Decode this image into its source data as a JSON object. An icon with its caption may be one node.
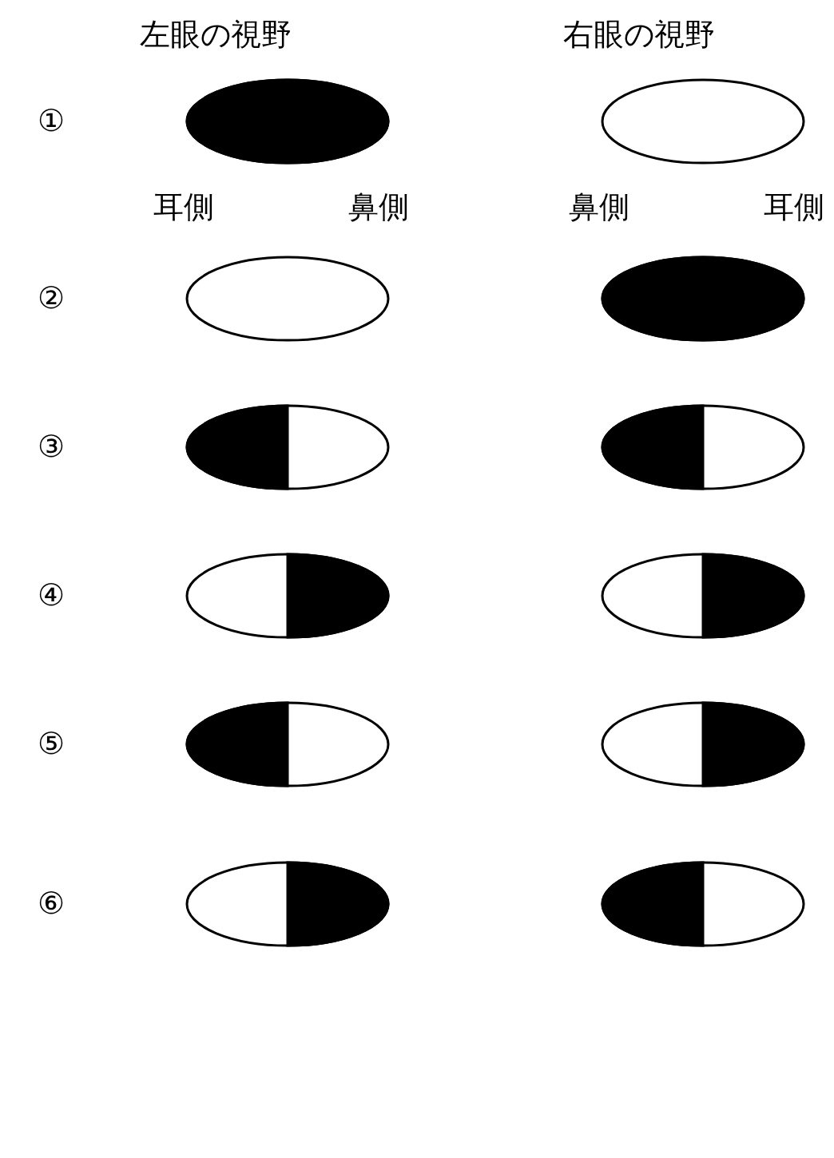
{
  "diagram": {
    "nodes": [
      {
        "text": [],
        "shape": "filled-ellipse"
      },
      {
        "text": [],
        "shape": "ellipse"
      },
      {
        "text": [],
        "shape": "ellipse"
      },
      {
        "text": [],
        "shape": "filled-ellipse"
      },
      {
        "text": [],
        "shape": "left-filled-ellipse"
      },
      {
        "text": [],
        "shape": "left-filled-ellipse"
      },
      {
        "text": [],
        "shape": "right-filled-ellipse"
      },
      {
        "text": [],
        "shape": "right-filled-ellipse"
      },
      {
        "text": [],
        "shape": "left-filled-ellipse"
      },
      {
        "text": [],
        "shape": "right-filled-ellipse"
      },
      {
        "text": [],
        "shape": "right-filled-ellipse"
      },
      {
        "text": [],
        "shape": "left-filled-ellipse"
      }
    ],
    "edges": [],
    "labels": [
      "左眼の視野",
      "右眼の視野",
      "①",
      "耳側",
      "鼻側",
      "鼻側",
      "耳側",
      "②",
      "③",
      "④",
      "⑤",
      "⑥"
    ]
  }
}
